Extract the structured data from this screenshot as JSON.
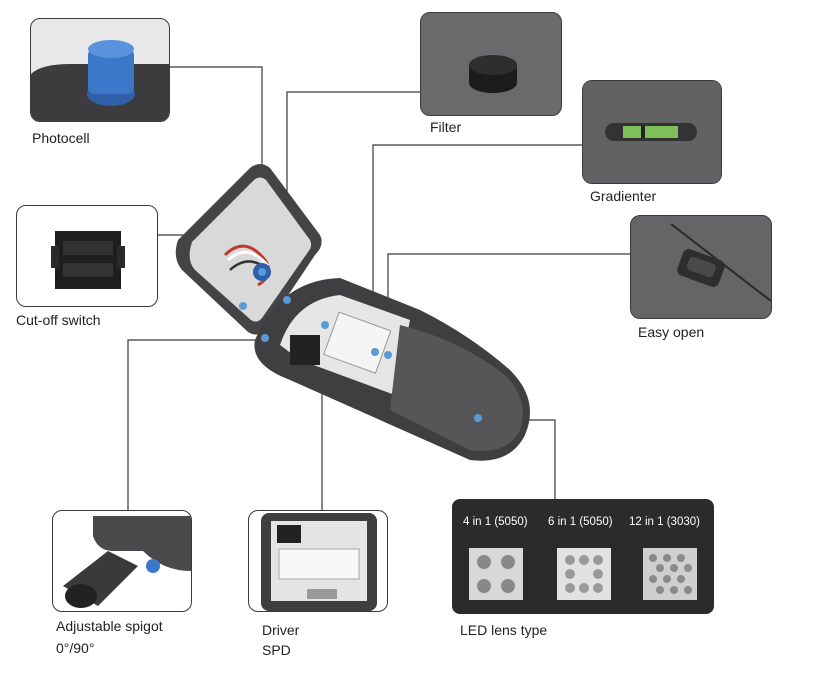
{
  "labels": {
    "photocell": "Photocell",
    "filter": "Filter",
    "gradienter": "Gradienter",
    "cutoff": "Cut-off switch",
    "easy_open": "Easy open",
    "spigot_line1": "Adjustable spigot",
    "spigot_line2": "0°/90°",
    "driver": "Driver",
    "spd": "SPD",
    "led_lens": "LED lens type"
  },
  "led_lens_options": [
    "4 in 1 (5050)",
    "6 in 1 (5050)",
    "12 in 1 (3030)"
  ],
  "colors": {
    "housing": "#4a4a4c",
    "accent_blue": "#3b78c9",
    "callout_dot": "#5a9bd5",
    "line": "#3a3a3a"
  }
}
